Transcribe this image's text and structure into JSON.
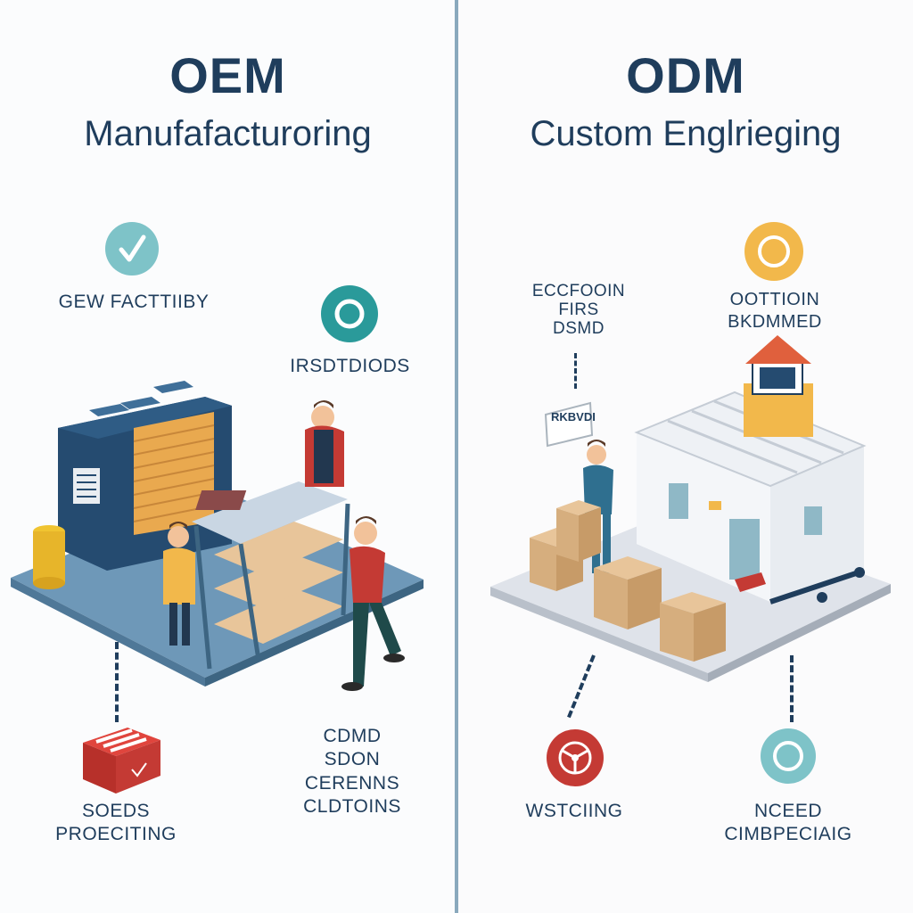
{
  "colors": {
    "navy": "#1f3d5c",
    "teal": "#2a9a9a",
    "light_teal": "#7ec3c8",
    "orange": "#f2b84b",
    "red": "#c43a34",
    "divider": "#8aa9bd"
  },
  "oem": {
    "title": "OEM",
    "subtitle": "Manufafacturoring",
    "check_label": "GEW  FACTTIIBY",
    "teal_label": "IRSDTDIODS",
    "box_label": "SOEDS\nPROECITING",
    "bottom_right_label": "CDMD\nSDON\nCERENNS\nCLDTOINS",
    "icons": [
      "check-icon",
      "ring-icon",
      "red-box-icon"
    ]
  },
  "odm": {
    "title": "ODM",
    "subtitle": "Custom Englrieging",
    "left_label": "ECCFOOIN\nFIRS\nDSMD",
    "orange_label": "OOTTIOIN BKDMMED",
    "sign_label": "RKBVDI",
    "wheel_label": "WSTCIING",
    "right_label": "NCEED\nCIMBPECIAIG",
    "icons": [
      "orange-ring-icon",
      "steering-wheel-icon",
      "light-ring-icon"
    ]
  }
}
